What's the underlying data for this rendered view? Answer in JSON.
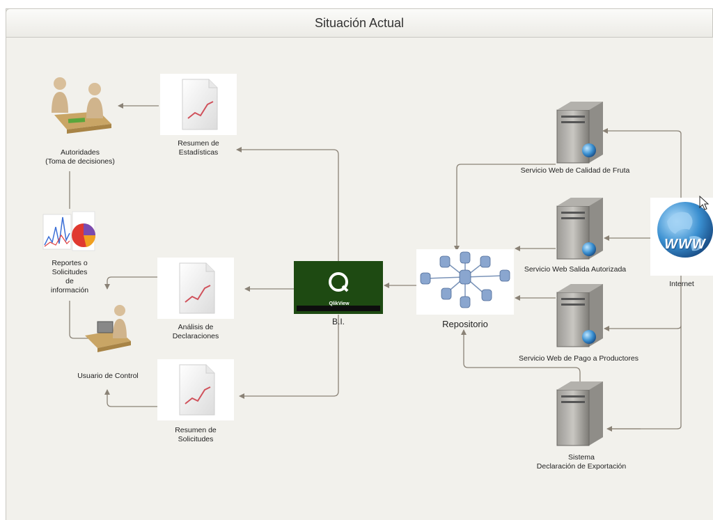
{
  "title": "Situación Actual",
  "nodes": {
    "autoridades": {
      "line1": "Autoridades",
      "line2": "(Toma de decisiones)"
    },
    "reportes": {
      "line1": "Reportes o",
      "line2": "Solicitudes",
      "line3": "de",
      "line4": "información"
    },
    "usuario": {
      "line1": "Usuario de Control"
    },
    "resumen_estadisticas": {
      "line1": "Resumen de",
      "line2": "Estadísticas"
    },
    "analisis": {
      "line1": "Análisis de",
      "line2": "Declaraciones"
    },
    "resumen_solicitudes": {
      "line1": "Resumen  de",
      "line2": "Solicitudes"
    },
    "bi": {
      "label": "B.I.",
      "logo_text": "QlikView"
    },
    "repositorio": {
      "label": "Repositorio"
    },
    "ws_calidad": {
      "label": "Servicio Web de Calidad de Fruta"
    },
    "ws_salida": {
      "label": "Servicio Web  Salida Autorizada"
    },
    "ws_pago": {
      "label": "Servicio Web de Pago a Productores"
    },
    "sistema": {
      "line1": "Sistema",
      "line2": "Declaración de Exportación"
    },
    "internet": {
      "label": "Internet",
      "logo_text": "WWW"
    }
  },
  "colors": {
    "arrow": "#8a8276",
    "bi_bg": "#1e4a12",
    "canvas": "#f2f1ec"
  }
}
